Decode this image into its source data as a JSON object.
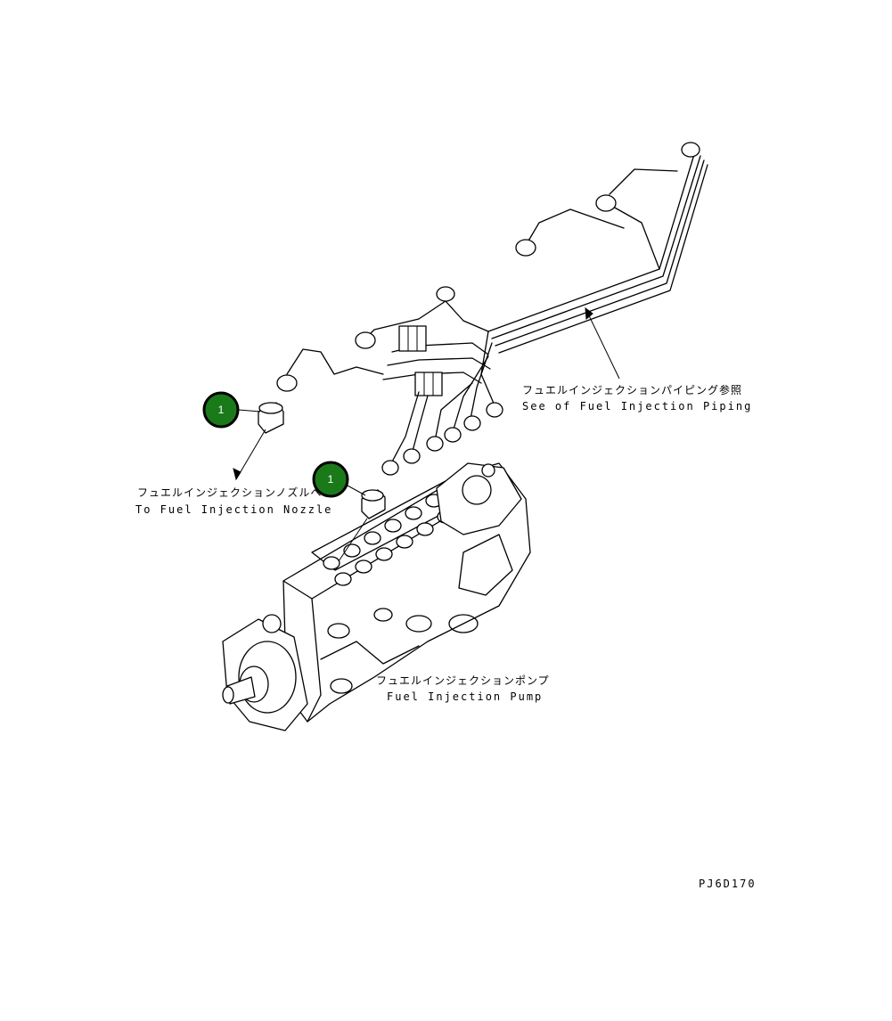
{
  "callouts": [
    {
      "number": "1",
      "color": "#1a7a1a"
    },
    {
      "number": "1",
      "color": "#1a7a1a"
    }
  ],
  "labels": {
    "piping_jp": "フュエルインジェクションパイピング参照",
    "piping_en": "See of Fuel Injection Piping",
    "nozzle_jp": "フュエルインジェクションノズルへ",
    "nozzle_en": "To Fuel Injection Nozzle",
    "pump_jp": "フュエルインジェクションポンプ",
    "pump_en": "Fuel Injection Pump"
  },
  "drawing_code": "PJ6D170"
}
